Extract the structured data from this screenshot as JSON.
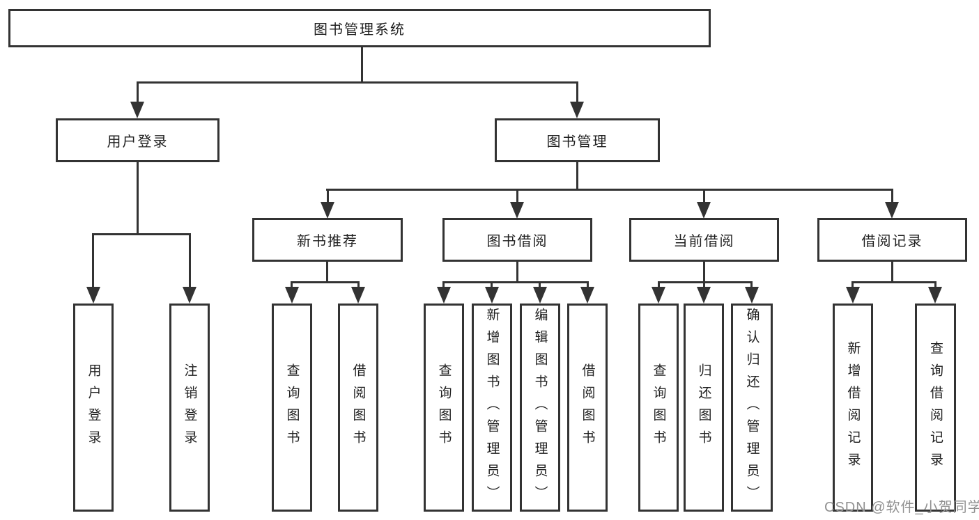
{
  "tree": {
    "label": "图书管理系统",
    "children": [
      {
        "label": "用户登录",
        "children": [
          {
            "label": "用户登录"
          },
          {
            "label": "注销登录"
          }
        ]
      },
      {
        "label": "图书管理",
        "children": [
          {
            "label": "新书推荐",
            "children": [
              {
                "label": "查询图书"
              },
              {
                "label": "借阅图书"
              }
            ]
          },
          {
            "label": "图书借阅",
            "children": [
              {
                "label": "查询图书"
              },
              {
                "label": "新增图书（管理员）"
              },
              {
                "label": "编辑图书（管理员）"
              },
              {
                "label": "借阅图书"
              }
            ]
          },
          {
            "label": "当前借阅",
            "children": [
              {
                "label": "查询图书"
              },
              {
                "label": "归还图书"
              },
              {
                "label": "确认归还（管理员）"
              }
            ]
          },
          {
            "label": "借阅记录",
            "children": [
              {
                "label": "新增借阅记录"
              },
              {
                "label": "查询借阅记录"
              }
            ]
          }
        ]
      }
    ]
  },
  "watermark": "CSDN @软件_小贺同学",
  "colors": {
    "line": "#333333",
    "text": "#1f1f1f",
    "watermark": "#919191",
    "background": "#ffffff"
  }
}
